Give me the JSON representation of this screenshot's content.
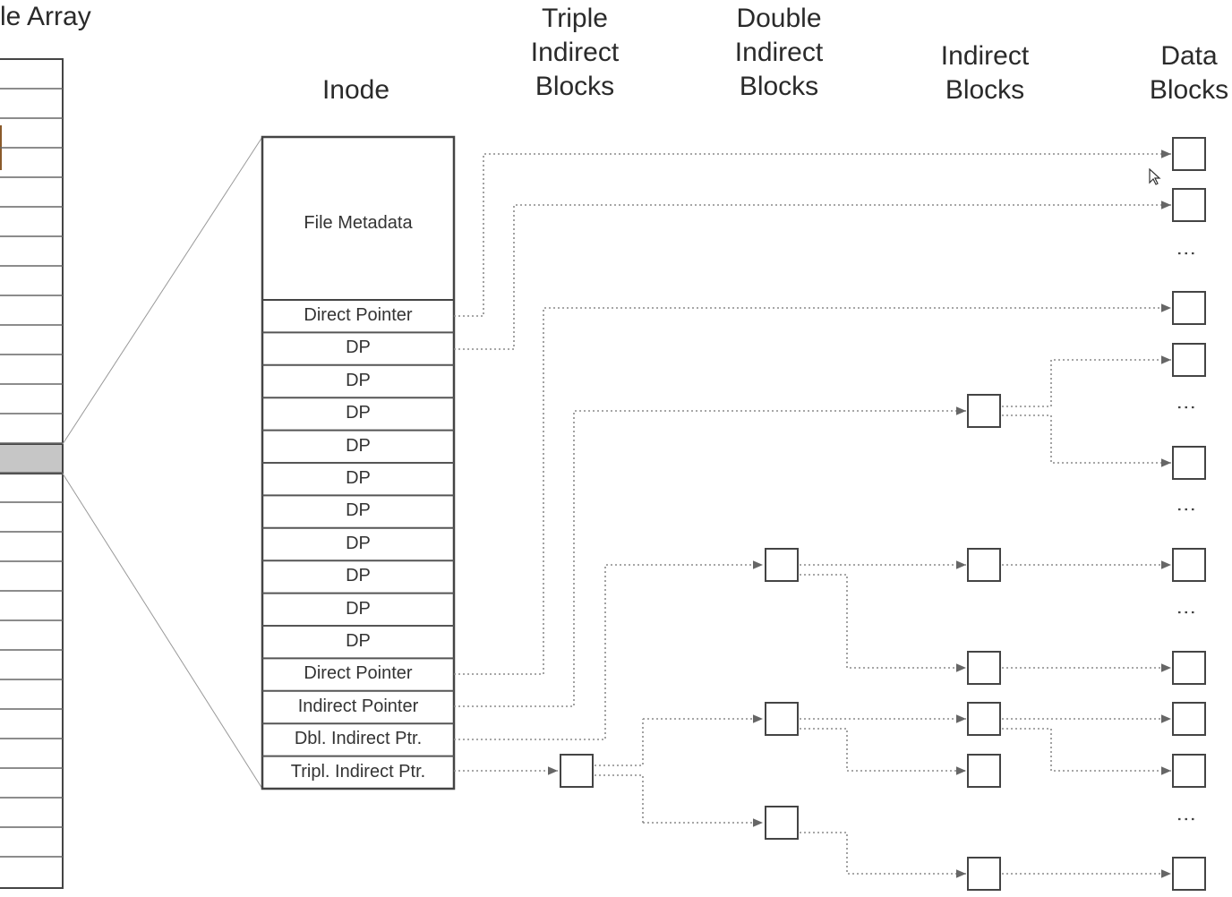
{
  "headers": {
    "file_array": "le Array",
    "inode": "Inode",
    "triple": [
      "Triple",
      "Indirect",
      "Blocks"
    ],
    "double": [
      "Double",
      "Indirect",
      "Blocks"
    ],
    "indirect": [
      "Indirect",
      "Blocks"
    ],
    "data": [
      "Data",
      "Blocks"
    ]
  },
  "inode": {
    "metadata_label": "File Metadata",
    "rows": [
      "Direct Pointer",
      "DP",
      "DP",
      "DP",
      "DP",
      "DP",
      "DP",
      "DP",
      "DP",
      "DP",
      "DP",
      "Direct Pointer",
      "Indirect Pointer",
      "Dbl. Indirect Ptr.",
      "Tripl. Indirect Ptr."
    ]
  },
  "ellipsis_glyph": "⋮",
  "colors": {
    "line": "#555555",
    "dotted": "#888888",
    "highlight_row": "#c8c8c8",
    "accent_left": "#8a5a2a"
  }
}
